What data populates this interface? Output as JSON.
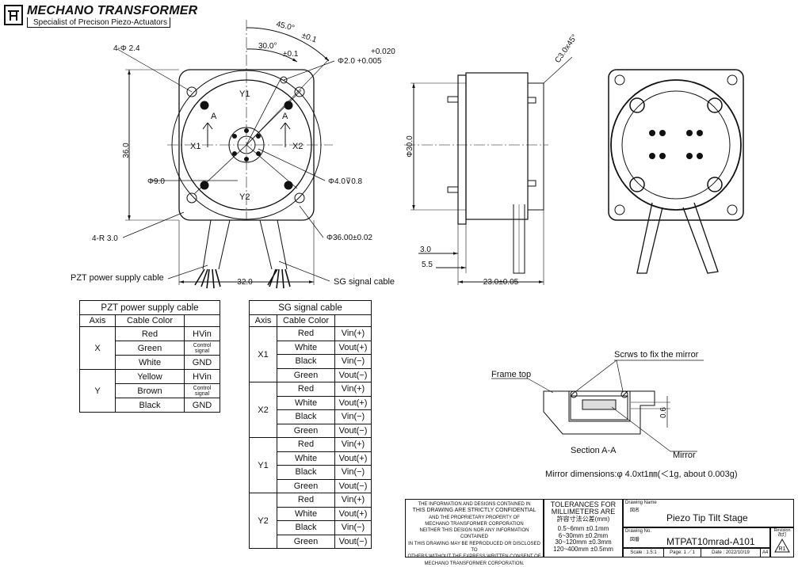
{
  "header": {
    "brand": "MECHANO TRANSFORMER",
    "tagline": "Specialist of Precison Piezo-Actuators"
  },
  "front_view": {
    "dims": {
      "angle45": "45.0°",
      "angle45_tol": "±0.1",
      "angle30": "30.0°",
      "angle30_tol": "±0.1",
      "hole_4x": "4-Φ 2.4",
      "pin_tol_up": "+0.020",
      "pin": "Φ2.0 +0.005",
      "height": "36.0",
      "phi9": "Φ9.0",
      "center_hole": "Φ4.0⊽0.8",
      "radius": "4-R 3.0",
      "phi36": "Φ36.00±0.02",
      "width": "32.0"
    },
    "labels": {
      "y1": "Y1",
      "y2": "Y2",
      "x1": "X1",
      "x2": "X2",
      "a_left": "A",
      "a_right": "A",
      "pzt_cable": "PZT power supply cable",
      "sg_cable": "SG signal cable"
    }
  },
  "side_view": {
    "chamfer": "C3.0x45°",
    "diameter": "Φ30.0",
    "d3": "3.0",
    "d55": "5.5",
    "length": "23.0±0.05"
  },
  "pzt_table": {
    "title": "PZT power supply cable",
    "headers": [
      "Axis",
      "Cable Color",
      ""
    ],
    "groups": [
      {
        "axis": "X",
        "rows": [
          {
            "color": "Red",
            "signal": "HVin"
          },
          {
            "color": "Green",
            "signal": "Control signal"
          },
          {
            "color": "White",
            "signal": "GND"
          }
        ]
      },
      {
        "axis": "Y",
        "rows": [
          {
            "color": "Yellow",
            "signal": "HVin"
          },
          {
            "color": "Brown",
            "signal": "Control signal"
          },
          {
            "color": "Black",
            "signal": "GND"
          }
        ]
      }
    ]
  },
  "sg_table": {
    "title": "SG signal cable",
    "headers": [
      "Axis",
      "Cable Color",
      ""
    ],
    "groups": [
      {
        "axis": "X1",
        "rows": [
          {
            "color": "Red",
            "signal": "Vin(+)"
          },
          {
            "color": "White",
            "signal": "Vout(+)"
          },
          {
            "color": "Black",
            "signal": "Vin(−)"
          },
          {
            "color": "Green",
            "signal": "Vout(−)"
          }
        ]
      },
      {
        "axis": "X2",
        "rows": [
          {
            "color": "Red",
            "signal": "Vin(+)"
          },
          {
            "color": "White",
            "signal": "Vout(+)"
          },
          {
            "color": "Black",
            "signal": "Vin(−)"
          },
          {
            "color": "Green",
            "signal": "Vout(−)"
          }
        ]
      },
      {
        "axis": "Y1",
        "rows": [
          {
            "color": "Red",
            "signal": "Vin(+)"
          },
          {
            "color": "White",
            "signal": "Vout(+)"
          },
          {
            "color": "Black",
            "signal": "Vin(−)"
          },
          {
            "color": "Green",
            "signal": "Vout(−)"
          }
        ]
      },
      {
        "axis": "Y2",
        "rows": [
          {
            "color": "Red",
            "signal": "Vin(+)"
          },
          {
            "color": "White",
            "signal": "Vout(+)"
          },
          {
            "color": "Black",
            "signal": "Vin(−)"
          },
          {
            "color": "Green",
            "signal": "Vout(−)"
          }
        ]
      }
    ]
  },
  "section": {
    "screws_label": "Scrws to fix the mirror",
    "frame_top": "Frame top",
    "thickness": "0.6",
    "section_label": "Section A-A",
    "mirror": "Mirror",
    "mirror_dims": "Mirror dimensions:φ 4.0xt1㎜(＜1g, about 0.003g)"
  },
  "title_block": {
    "notice": [
      "THE INFORMATION AND DESIGNS CONTAINED IN",
      "THIS DRAWING ARE STRICTLY CONFIDENTIAL",
      "AND THE PROPRIETARY PROPERTY OF",
      "MECHANO TRANSFORMER CORPORATION",
      "NEITHER THIS DESIGN NOR ANY INFORMATION CONTAINED",
      "IN THIS DRAWING MAY BE REPRODUCED OR DISCLOSED TO",
      "OTHERS WITHOUT THE EXPRESS WRITTEN CONSENT OF",
      "MECHANO TRANSFORMER CORPORATION."
    ],
    "tol_title": "TOLERANCES FOR MILLIMETERS ARE",
    "tol_jp": "許容寸法公差(mm)",
    "tolerances": [
      {
        "range": "0.5~6mm",
        "tol": "±0.1mm"
      },
      {
        "range": "6~30mm",
        "tol": "±0.2mm"
      },
      {
        "range": "30~120mm",
        "tol": "±0.3mm"
      },
      {
        "range": "120~400mm",
        "tol": "±0.5mm"
      }
    ],
    "drawing_name_label": "Drawing Name",
    "drawing_name_jp": "図名",
    "drawing_name": "Piezo Tip Tilt Stage",
    "drawing_no_label": "Drawing No.",
    "drawing_no_jp": "図番",
    "drawing_no": "MTPAT10mrad-A101",
    "revision_label": "Revision",
    "revision_jp": "改訂",
    "revision": "R1",
    "scale": "Scale : 1.5:1",
    "page": "Page: 1 ／1",
    "date": "Date : 2022/10/19",
    "size": "A4"
  }
}
